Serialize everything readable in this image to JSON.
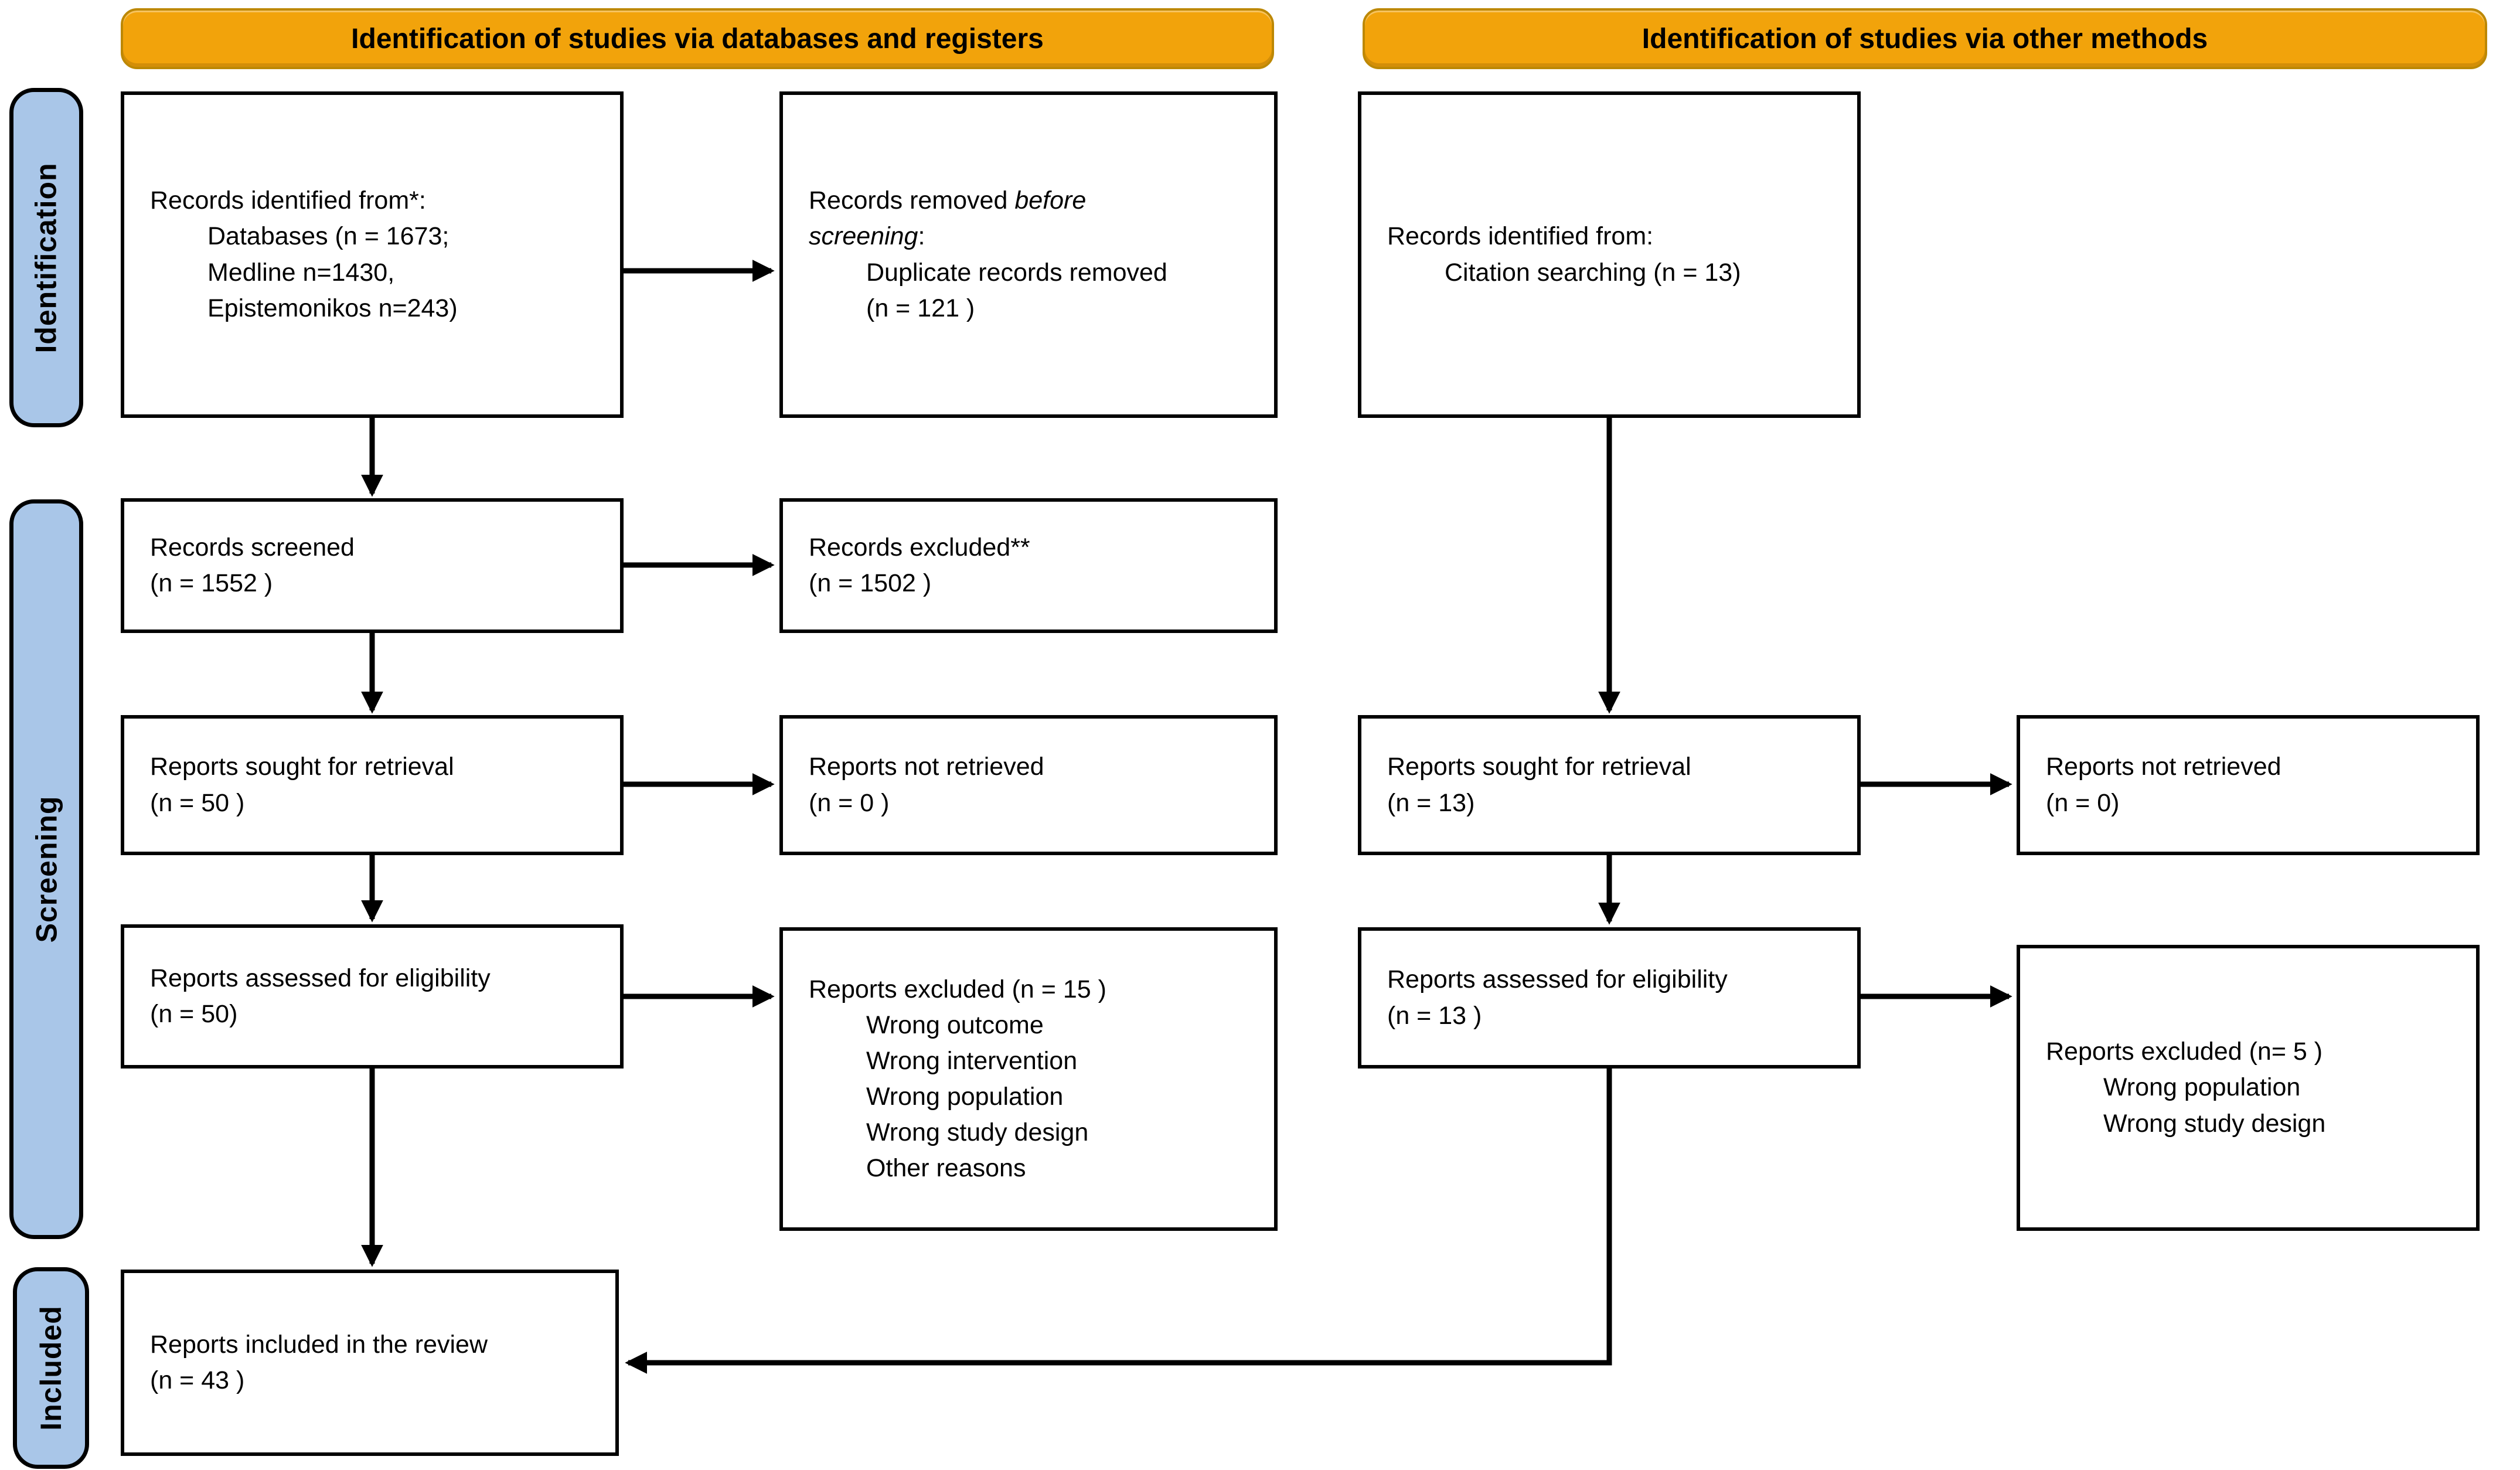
{
  "banners": {
    "databases": "Identification of studies via databases and registers",
    "other_methods": "Identification of studies via other methods"
  },
  "sidebar": {
    "identification": "Identification",
    "screening": "Screening",
    "included": "Included"
  },
  "colors": {
    "banner_orange": "#F2A30B",
    "banner_border": "#BD8804",
    "sidebar_blue": "#A9C6E8",
    "box_border": "#000000",
    "background": "#FFFFFF",
    "text": "#000000"
  },
  "boxes": {
    "records_identified": {
      "lines": [
        {
          "indent": 0,
          "spans": [
            [
              "Records identified from*:",
              false
            ]
          ]
        },
        {
          "indent": 1,
          "spans": [
            [
              "Databases (n = 1673;",
              false
            ]
          ]
        },
        {
          "indent": 1,
          "spans": [
            [
              "Medline n=1430,",
              false
            ]
          ]
        },
        {
          "indent": 1,
          "spans": [
            [
              "Epistemonikos n=243)",
              false
            ]
          ]
        }
      ]
    },
    "records_removed": {
      "lines": [
        {
          "indent": 0,
          "spans": [
            [
              "Records removed ",
              false
            ],
            [
              "before",
              true
            ]
          ]
        },
        {
          "indent": 0,
          "spans": [
            [
              "screening",
              true
            ],
            [
              ":",
              false
            ]
          ]
        },
        {
          "indent": 1,
          "spans": [
            [
              "Duplicate records removed",
              false
            ]
          ]
        },
        {
          "indent": 1,
          "spans": [
            [
              "(n = 121 )",
              false
            ]
          ]
        }
      ]
    },
    "records_identified_other": {
      "lines": [
        {
          "indent": 0,
          "spans": [
            [
              "Records identified from:",
              false
            ]
          ]
        },
        {
          "indent": 1,
          "spans": [
            [
              "Citation searching (n = 13)",
              false
            ]
          ]
        }
      ]
    },
    "records_screened": {
      "lines": [
        {
          "indent": 0,
          "spans": [
            [
              "Records screened",
              false
            ]
          ]
        },
        {
          "indent": 0,
          "spans": [
            [
              "(n = 1552 )",
              false
            ]
          ]
        }
      ]
    },
    "records_excluded": {
      "lines": [
        {
          "indent": 0,
          "spans": [
            [
              "Records excluded**",
              false
            ]
          ]
        },
        {
          "indent": 0,
          "spans": [
            [
              "(n = 1502 )",
              false
            ]
          ]
        }
      ]
    },
    "reports_sought_db": {
      "lines": [
        {
          "indent": 0,
          "spans": [
            [
              "Reports sought for retrieval",
              false
            ]
          ]
        },
        {
          "indent": 0,
          "spans": [
            [
              "(n = 50 )",
              false
            ]
          ]
        }
      ]
    },
    "reports_not_retrieved_db": {
      "lines": [
        {
          "indent": 0,
          "spans": [
            [
              "Reports not retrieved",
              false
            ]
          ]
        },
        {
          "indent": 0,
          "spans": [
            [
              "(n = 0 )",
              false
            ]
          ]
        }
      ]
    },
    "reports_sought_other": {
      "lines": [
        {
          "indent": 0,
          "spans": [
            [
              "Reports sought for retrieval",
              false
            ]
          ]
        },
        {
          "indent": 0,
          "spans": [
            [
              "(n = 13)",
              false
            ]
          ]
        }
      ]
    },
    "reports_not_retrieved_other": {
      "lines": [
        {
          "indent": 0,
          "spans": [
            [
              "Reports not retrieved",
              false
            ]
          ]
        },
        {
          "indent": 0,
          "spans": [
            [
              "(n = 0)",
              false
            ]
          ]
        }
      ]
    },
    "reports_assessed_db": {
      "lines": [
        {
          "indent": 0,
          "spans": [
            [
              "Reports assessed for eligibility",
              false
            ]
          ]
        },
        {
          "indent": 0,
          "spans": [
            [
              "(n = 50)",
              false
            ]
          ]
        }
      ]
    },
    "reports_excluded_db": {
      "lines": [
        {
          "indent": 0,
          "spans": [
            [
              "Reports excluded (n = 15 )",
              false
            ]
          ]
        },
        {
          "indent": 1,
          "spans": [
            [
              "Wrong outcome",
              false
            ]
          ]
        },
        {
          "indent": 1,
          "spans": [
            [
              "Wrong intervention",
              false
            ]
          ]
        },
        {
          "indent": 1,
          "spans": [
            [
              "Wrong population",
              false
            ]
          ]
        },
        {
          "indent": 1,
          "spans": [
            [
              "Wrong study design",
              false
            ]
          ]
        },
        {
          "indent": 1,
          "spans": [
            [
              "Other reasons",
              false
            ]
          ]
        }
      ]
    },
    "reports_assessed_other": {
      "lines": [
        {
          "indent": 0,
          "spans": [
            [
              "Reports assessed for eligibility",
              false
            ]
          ]
        },
        {
          "indent": 0,
          "spans": [
            [
              "(n = 13 )",
              false
            ]
          ]
        }
      ]
    },
    "reports_excluded_other": {
      "lines": [
        {
          "indent": 0,
          "spans": [
            [
              "Reports excluded (n= 5 )",
              false
            ]
          ]
        },
        {
          "indent": 1,
          "spans": [
            [
              "Wrong population",
              false
            ]
          ]
        },
        {
          "indent": 1,
          "spans": [
            [
              "Wrong study design",
              false
            ]
          ]
        }
      ]
    },
    "reports_included": {
      "lines": [
        {
          "indent": 0,
          "spans": [
            [
              "Reports included in the review",
              false
            ]
          ]
        },
        {
          "indent": 0,
          "spans": [
            [
              "(n = 43 )",
              false
            ]
          ]
        }
      ]
    }
  }
}
